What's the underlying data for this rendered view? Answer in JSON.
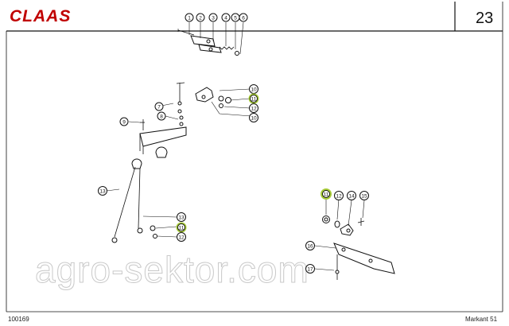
{
  "header": {
    "logo_text": "CLAAS",
    "page_number": "23"
  },
  "footer": {
    "doc_number": "100169",
    "model": "Markant 51"
  },
  "watermark": "agro-sektor.com",
  "colors": {
    "brand_red": "#c00000",
    "highlight": "#a8cc3a"
  },
  "callouts": [
    {
      "id": "c1",
      "label": "1",
      "highlighted": false
    },
    {
      "id": "c2",
      "label": "2",
      "highlighted": false
    },
    {
      "id": "c3",
      "label": "3",
      "highlighted": false
    },
    {
      "id": "c4",
      "label": "4",
      "highlighted": false
    },
    {
      "id": "c5",
      "label": "5",
      "highlighted": false
    },
    {
      "id": "c6",
      "label": "6",
      "highlighted": false
    },
    {
      "id": "c7",
      "label": "7",
      "highlighted": false
    },
    {
      "id": "c8",
      "label": "8",
      "highlighted": false
    },
    {
      "id": "c9",
      "label": "9",
      "highlighted": false
    },
    {
      "id": "c10a",
      "label": "10",
      "highlighted": false
    },
    {
      "id": "c11a",
      "label": "11",
      "highlighted": true
    },
    {
      "id": "c12a",
      "label": "12",
      "highlighted": false
    },
    {
      "id": "c10b",
      "label": "10",
      "highlighted": false
    },
    {
      "id": "c13a",
      "label": "13",
      "highlighted": false
    },
    {
      "id": "c13b",
      "label": "13",
      "highlighted": false
    },
    {
      "id": "c11b",
      "label": "11",
      "highlighted": true
    },
    {
      "id": "c12b",
      "label": "12",
      "highlighted": false
    },
    {
      "id": "c11c",
      "label": "11",
      "highlighted": true
    },
    {
      "id": "c12c",
      "label": "12",
      "highlighted": false
    },
    {
      "id": "c14",
      "label": "14",
      "highlighted": false
    },
    {
      "id": "c15",
      "label": "15",
      "highlighted": false
    },
    {
      "id": "c16",
      "label": "16",
      "highlighted": false
    },
    {
      "id": "c17",
      "label": "17",
      "highlighted": false
    }
  ]
}
